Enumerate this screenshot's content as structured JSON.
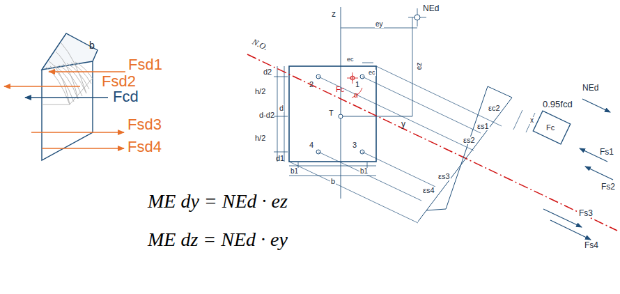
{
  "diagram": {
    "labels": [
      "b",
      "Fsd1",
      "Fsd2",
      "Fcd",
      "Fsd3",
      "Fsd4",
      "ME dy = NEd · ez",
      "ME dz = NEd · ey",
      "N.O.",
      "z",
      "ey",
      "NEd",
      "ez",
      "ec",
      "ec",
      "Fc",
      "d2",
      "h/2",
      "d-d2",
      "h/2",
      "d",
      "d1",
      "2",
      "1",
      "T",
      "y",
      "4",
      "3",
      "b1",
      "b1",
      "b",
      "α",
      "εc2",
      "εs1",
      "εs2",
      "εs3",
      "εs4",
      "0.95fcd",
      "x",
      "Fc",
      "NEd",
      "Fs1",
      "Fs2",
      "Fs3",
      "Fs4"
    ]
  }
}
